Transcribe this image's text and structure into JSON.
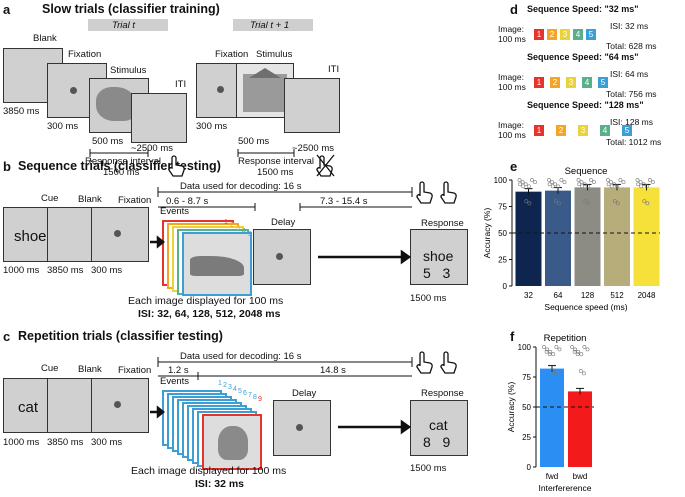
{
  "panels": {
    "a": {
      "label": "a",
      "title": "Slow trials (classifier training)",
      "trial1": "Trial t",
      "trial2": "Trial t + 1",
      "blank": "Blank",
      "fixation": "Fixation",
      "stimulus": "Stimulus",
      "iti": "ITI",
      "fixation2": "Fixation",
      "stimulus2": "Stimulus",
      "iti2": "ITI",
      "t_blank": "3850 ms",
      "t_fix": "300 ms",
      "t_stim": "500 ms",
      "t_iti": "~2500 ms",
      "t_fix2": "300 ms",
      "t_stim2": "500 ms",
      "t_iti2": "~2500 ms",
      "resp1": "Response interval",
      "resp1_ms": "1500 ms",
      "resp2": "Response interval",
      "resp2_ms": "1500 ms"
    },
    "b": {
      "label": "b",
      "title": "Sequence trials (classifier testing)",
      "cue": "Cue",
      "blank": "Blank",
      "fixation": "Fixation",
      "cue_word": "shoe",
      "t_cue": "1000 ms",
      "t_blank": "3850 ms",
      "t_fix": "300 ms",
      "decoding": "Data used for decoding: 16 s",
      "range1": "0.6 - 8.7 s",
      "range2": "7.3 - 15.4 s",
      "events": "Events",
      "delay": "Delay",
      "response": "Response",
      "resp_word": "shoe",
      "resp_nums": "5   3",
      "t_resp": "1500 ms",
      "each": "Each image displayed for 100 ms",
      "isi": "ISI: 32, 64, 128, 512, 2048 ms",
      "seq_nums": [
        "1",
        "2",
        "3",
        "4",
        "5"
      ]
    },
    "c": {
      "label": "c",
      "title": "Repetition trials (classifier testing)",
      "cue": "Cue",
      "blank": "Blank",
      "fixation": "Fixation",
      "cue_word": "cat",
      "t_cue": "1000 ms",
      "t_blank": "3850 ms",
      "t_fix": "300 ms",
      "decoding": "Data used for decoding: 16 s",
      "range1": "1.2 s",
      "range2": "14.8 s",
      "events": "Events",
      "delay": "Delay",
      "response": "Response",
      "resp_word": "cat",
      "resp_nums": "8   9",
      "t_resp": "1500 ms",
      "each": "Each image displayed for 100 ms",
      "isi": "ISI: 32 ms",
      "rep_nums": [
        "1",
        "2",
        "3",
        "4",
        "5",
        "6",
        "7",
        "8",
        "9"
      ]
    },
    "d": {
      "label": "d",
      "image_label": "Image:",
      "image_ms": "100 ms",
      "nums": [
        "1",
        "2",
        "3",
        "4",
        "5"
      ],
      "rows": [
        {
          "speed": "Sequence Speed: \"32 ms\"",
          "isi": "ISI: 32 ms",
          "total": "Total: 628 ms"
        },
        {
          "speed": "Sequence Speed: \"64 ms\"",
          "isi": "ISI: 64 ms",
          "total": "Total: 756 ms"
        },
        {
          "speed": "Sequence Speed: \"128 ms\"",
          "isi": "ISI: 128 ms",
          "total": "Total: 1012 ms"
        }
      ]
    },
    "e": {
      "label": "e"
    },
    "f": {
      "label": "f"
    }
  },
  "colors": {
    "seq": [
      "#e8322c",
      "#f5a524",
      "#e9d23a",
      "#5bb08c",
      "#3b9fd6"
    ],
    "cue_shoe_frame": "#3b9fd6",
    "cat_frame": "#e8322c",
    "rep_frame": "#3b9fd6",
    "bar_e": [
      "#0e2550",
      "#3a5a8a",
      "#8c8c85",
      "#b7ad7a",
      "#f6e03a"
    ],
    "bar_f": [
      "#2a8ef2",
      "#f21a1a"
    ]
  },
  "chart_data": [
    {
      "type": "bar",
      "title": "Sequence",
      "categories": [
        "32",
        "64",
        "128",
        "512",
        "2048"
      ],
      "values": [
        89,
        90,
        93,
        93,
        93
      ],
      "xlabel": "Sequence speed (ms)",
      "ylabel": "Accuracy (%)",
      "ylim": [
        0,
        100
      ],
      "yticks": [
        "0",
        "25",
        "50",
        "75",
        "100"
      ],
      "chance": 50
    },
    {
      "type": "bar",
      "title": "Repetition",
      "categories": [
        "fwd",
        "bwd"
      ],
      "values": [
        82,
        63
      ],
      "xlabel": "Interfererence",
      "ylabel": "Accuracy (%)",
      "ylim": [
        0,
        100
      ],
      "yticks": [
        "0",
        "25",
        "50",
        "75",
        "100"
      ],
      "chance": 50
    }
  ]
}
